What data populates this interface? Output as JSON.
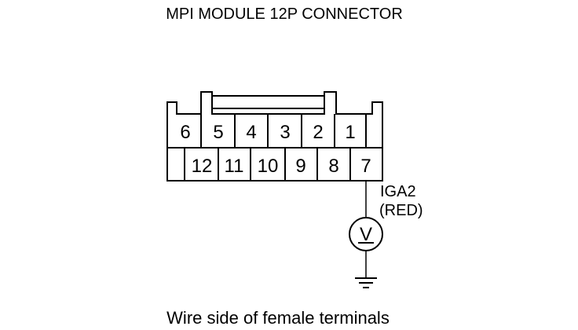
{
  "title": "MPI MODULE 12P CONNECTOR",
  "connector": {
    "top_row": [
      "6",
      "5",
      "4",
      "3",
      "2",
      "1"
    ],
    "bottom_row": [
      "12",
      "11",
      "10",
      "9",
      "8",
      "7"
    ]
  },
  "wire": {
    "label": "IGA2",
    "color_label": "(RED)"
  },
  "meter": {
    "symbol": "V"
  },
  "caption": "Wire side of female terminals"
}
